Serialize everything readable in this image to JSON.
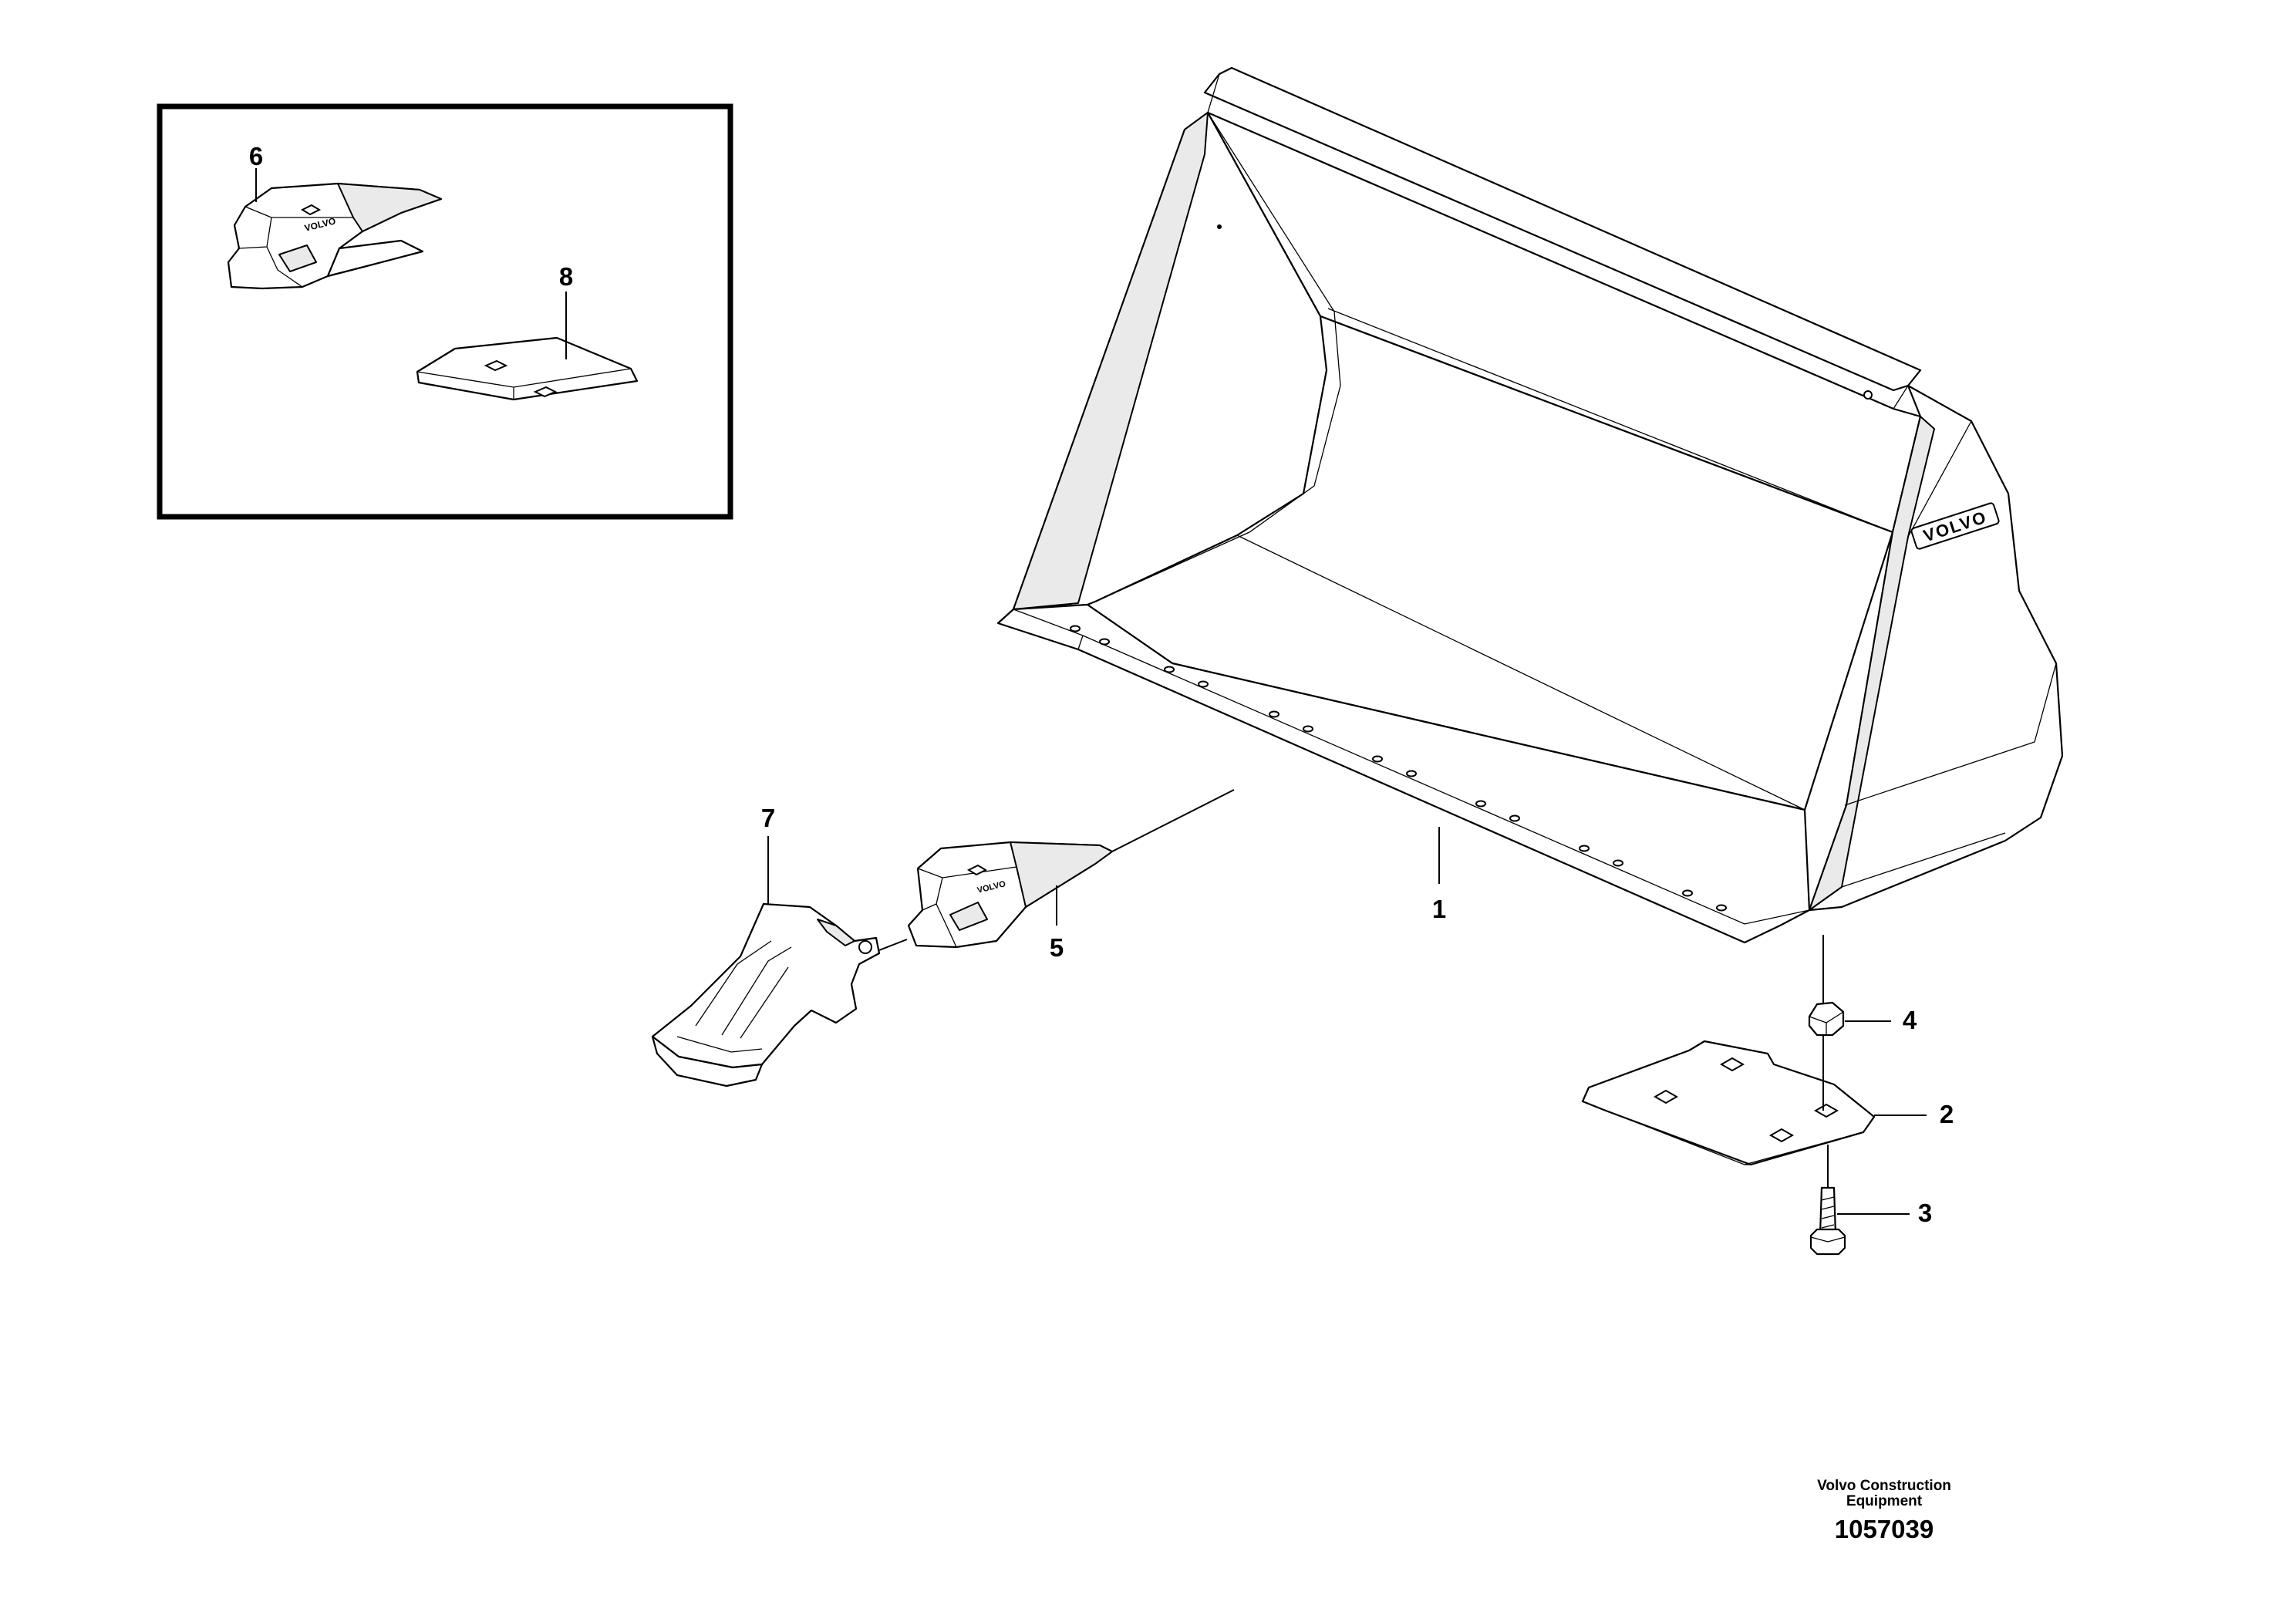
{
  "callouts": {
    "c1": "1",
    "c2": "2",
    "c3": "3",
    "c4": "4",
    "c5": "5",
    "c6": "6",
    "c7": "7",
    "c8": "8"
  },
  "brand": {
    "bucket_logo": "VOLVO",
    "tooth_logo": "VOLVO"
  },
  "footer": {
    "company_line1": "Volvo Construction",
    "company_line2": "Equipment",
    "figure_number": "1057039"
  }
}
